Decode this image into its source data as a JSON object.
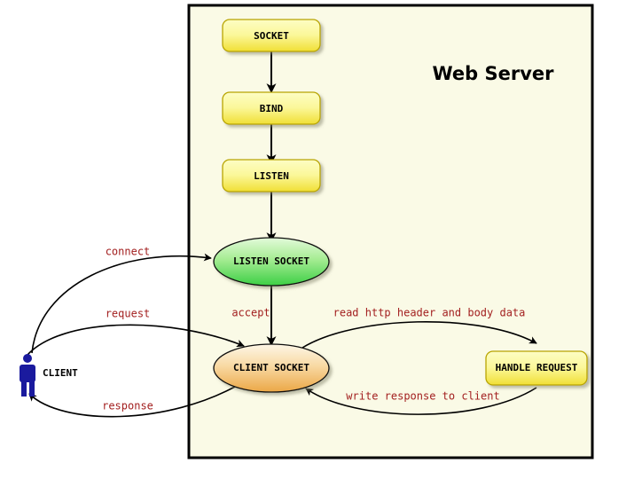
{
  "diagram": {
    "title": "Web Server",
    "container_label": "web-server-boundary",
    "background_color": "#ffffff",
    "container_fill": "#fafae6",
    "container_border": "#000000",
    "label_color": "#a32020",
    "actor_color": "#1a1a9e"
  },
  "actor": {
    "name": "CLIENT",
    "icon": "person-icon"
  },
  "nodes": [
    {
      "id": "socket",
      "label": "SOCKET",
      "shape": "rounded-rect",
      "fill_top": "#fdfdbb",
      "fill_bottom": "#f2e23d"
    },
    {
      "id": "bind",
      "label": "BIND",
      "shape": "rounded-rect",
      "fill_top": "#fdfdbb",
      "fill_bottom": "#f2e23d"
    },
    {
      "id": "listen",
      "label": "LISTEN",
      "shape": "rounded-rect",
      "fill_top": "#fdfdbb",
      "fill_bottom": "#f2e23d"
    },
    {
      "id": "listen_socket",
      "label": "LISTEN SOCKET",
      "shape": "ellipse",
      "fill_top": "#d8f5cc",
      "fill_bottom": "#44d44a"
    },
    {
      "id": "client_socket",
      "label": "CLIENT SOCKET",
      "shape": "ellipse",
      "fill_top": "#fdf3de",
      "fill_bottom": "#edab4c"
    },
    {
      "id": "handle_request",
      "label": "HANDLE REQUEST",
      "shape": "rounded-rect",
      "fill_top": "#fdfdbb",
      "fill_bottom": "#f2e23d"
    }
  ],
  "edges": [
    {
      "id": "e1",
      "from": "socket",
      "to": "bind",
      "label": ""
    },
    {
      "id": "e2",
      "from": "bind",
      "to": "listen",
      "label": ""
    },
    {
      "id": "e3",
      "from": "listen",
      "to": "listen_socket",
      "label": ""
    },
    {
      "id": "e4",
      "from": "client",
      "to": "listen_socket",
      "label": "connect"
    },
    {
      "id": "e5",
      "from": "listen_socket",
      "to": "client_socket",
      "label": "accept"
    },
    {
      "id": "e6",
      "from": "client",
      "to": "client_socket",
      "label": "request"
    },
    {
      "id": "e7",
      "from": "client_socket",
      "to": "handle_request",
      "label": "read http header and body data"
    },
    {
      "id": "e8",
      "from": "handle_request",
      "to": "client_socket",
      "label": "write response to client"
    },
    {
      "id": "e9",
      "from": "client_socket",
      "to": "client",
      "label": "response"
    }
  ]
}
